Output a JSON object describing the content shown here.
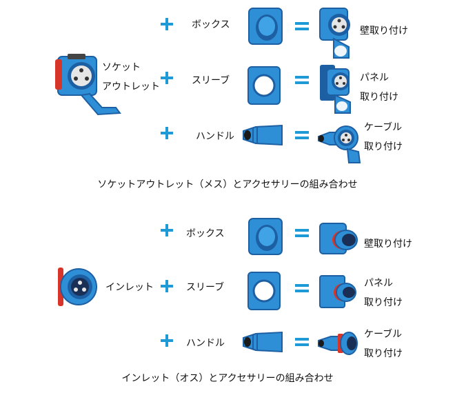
{
  "colors": {
    "accent": "#1e9bd7",
    "blue_body": "#2f8fd6",
    "blue_dark": "#1d5fa3",
    "red": "#d8352a",
    "text": "#111111"
  },
  "sections": [
    {
      "product_label_lines": [
        "ソケット",
        "アウトレット"
      ],
      "caption": "ソケットアウトレット（メス）とアクセサリーの組み合わせ",
      "rows": [
        {
          "accessory": "ボックス",
          "result_lines": [
            "壁取り付け"
          ]
        },
        {
          "accessory": "スリーブ",
          "result_lines": [
            "パネル",
            "取り付け"
          ]
        },
        {
          "accessory": "ハンドル",
          "result_lines": [
            "ケーブル",
            "取り付け"
          ]
        }
      ]
    },
    {
      "product_label_lines": [
        "インレット"
      ],
      "caption": "インレット（オス）とアクセサリーの組み合わせ",
      "rows": [
        {
          "accessory": "ボックス",
          "result_lines": [
            "壁取り付け"
          ]
        },
        {
          "accessory": "スリーブ",
          "result_lines": [
            "パネル",
            "取り付け"
          ]
        },
        {
          "accessory": "ハンドル",
          "result_lines": [
            "ケーブル",
            "取り付け"
          ]
        }
      ]
    }
  ],
  "icons": {
    "plus": "plus-icon",
    "equals": "equals-icon",
    "socket": "socket-outlet-image",
    "inlet": "inlet-image",
    "box": "box-accessory-image",
    "sleeve": "sleeve-accessory-image",
    "handle": "handle-accessory-image"
  }
}
